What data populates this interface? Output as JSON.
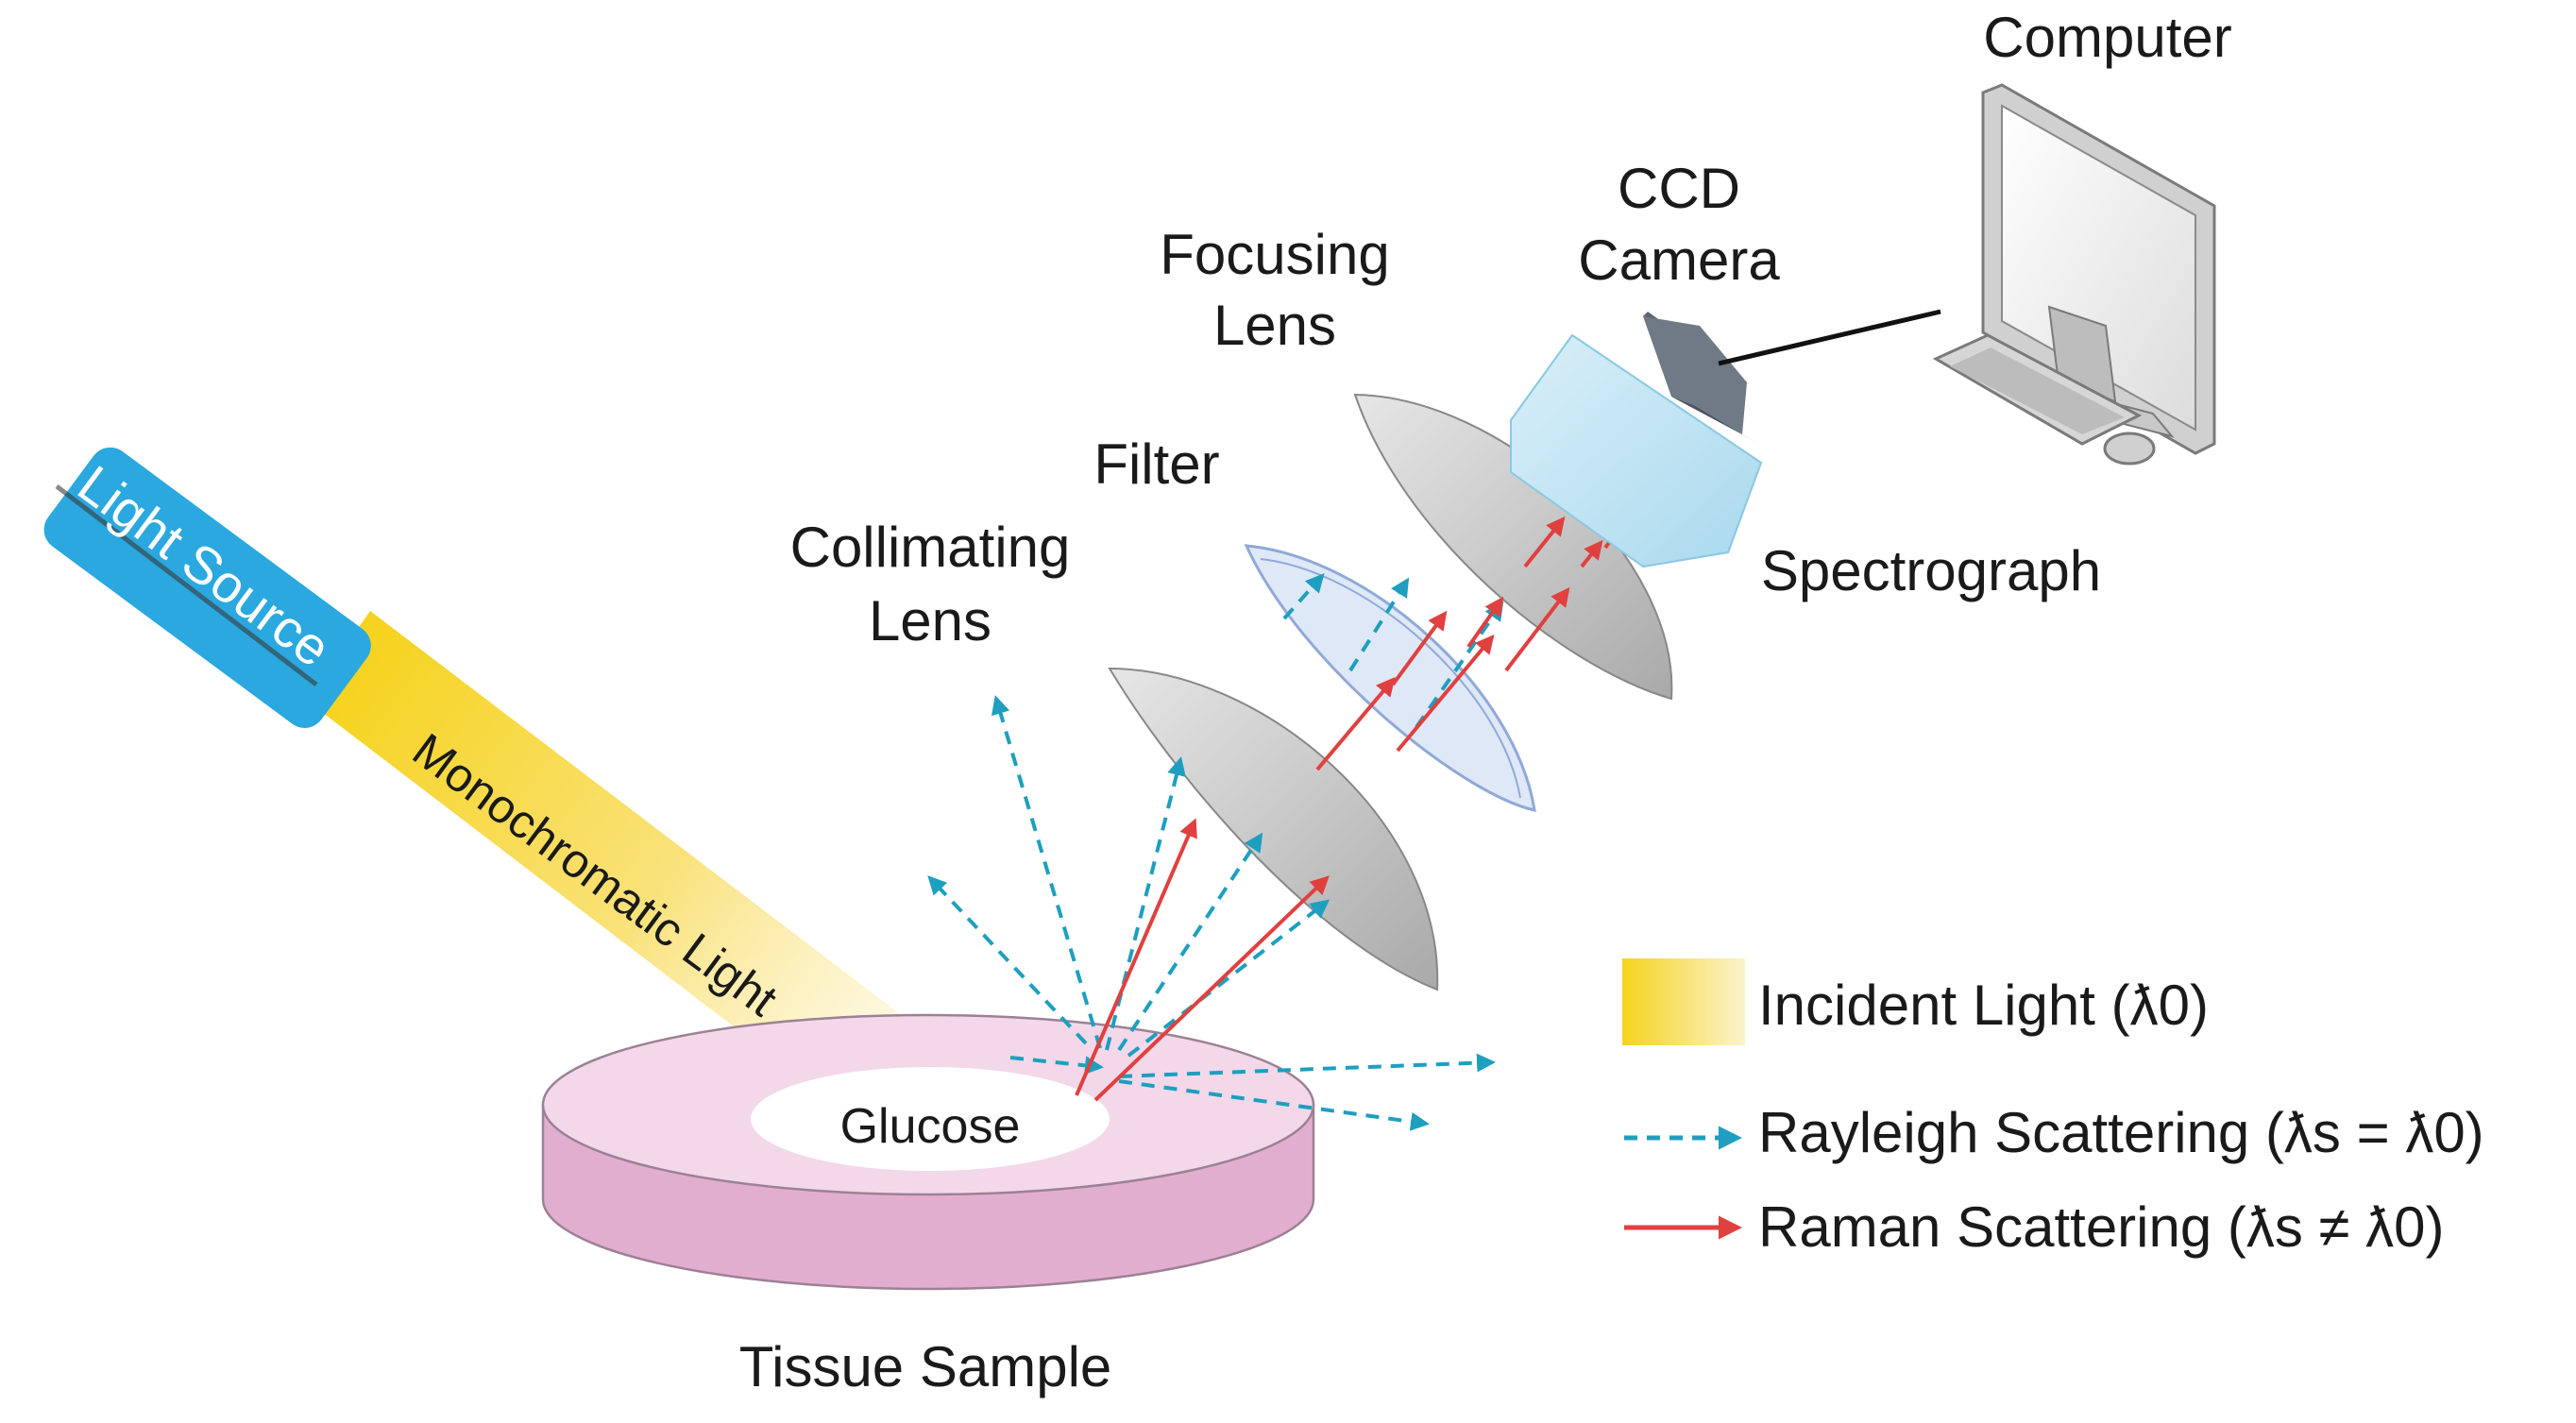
{
  "labels": {
    "computer": "Computer",
    "ccd_line1": "CCD",
    "ccd_line2": "Camera",
    "focusing_line1": "Focusing",
    "focusing_line2": "Lens",
    "filter": "Filter",
    "collimating_line1": "Collimating",
    "collimating_line2": "Lens",
    "spectrograph": "Spectrograph",
    "light_source": "Light Source",
    "monochromatic": "Monochromatic Light",
    "glucose": "Glucose",
    "tissue_sample": "Tissue Sample"
  },
  "legend": {
    "incident": "Incident Light (ƛ0)",
    "rayleigh": "Rayleigh Scattering (ƛs = ƛ0)",
    "raman": "Raman Scattering (ƛs ≠ ƛ0)"
  },
  "colors": {
    "light_source": "#2aa8df",
    "incident_yellow": "#f6d320",
    "rayleigh": "#1e9fbf",
    "raman": "#e0403f",
    "tissue": "#e2aed0",
    "lens_gray": "#c8c8c8",
    "filter_blue": "#c9d9f2",
    "camera_blue": "#bfe4f4"
  },
  "icons": {
    "computer": "desktop-computer-icon"
  }
}
